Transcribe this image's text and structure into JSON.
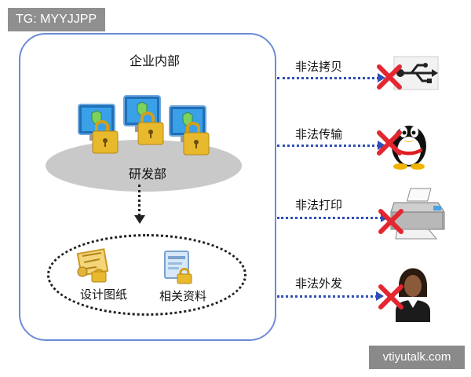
{
  "watermarks": {
    "top_left": "TG: MYYJJPP",
    "bottom_right": "vtiyutalk.com"
  },
  "enterprise": {
    "title": "企业内部",
    "department": "研发部"
  },
  "documents": [
    {
      "label": "设计图纸",
      "icon": "blueprint-scroll-icon"
    },
    {
      "label": "相关资料",
      "icon": "locked-file-folder-icon"
    }
  ],
  "threats": [
    {
      "label": "非法拷贝",
      "icon": "usb-icon"
    },
    {
      "label": "非法传输",
      "icon": "qq-penguin-icon"
    },
    {
      "label": "非法打印",
      "icon": "printer-icon"
    },
    {
      "label": "非法外发",
      "icon": "person-icon"
    }
  ],
  "colors": {
    "box_border": "#6d8bd6",
    "arrow": "#2f4fb5",
    "forbid_x": "#e3262f",
    "lock": "#e5b52e",
    "monitor": "#2f8bd5"
  }
}
